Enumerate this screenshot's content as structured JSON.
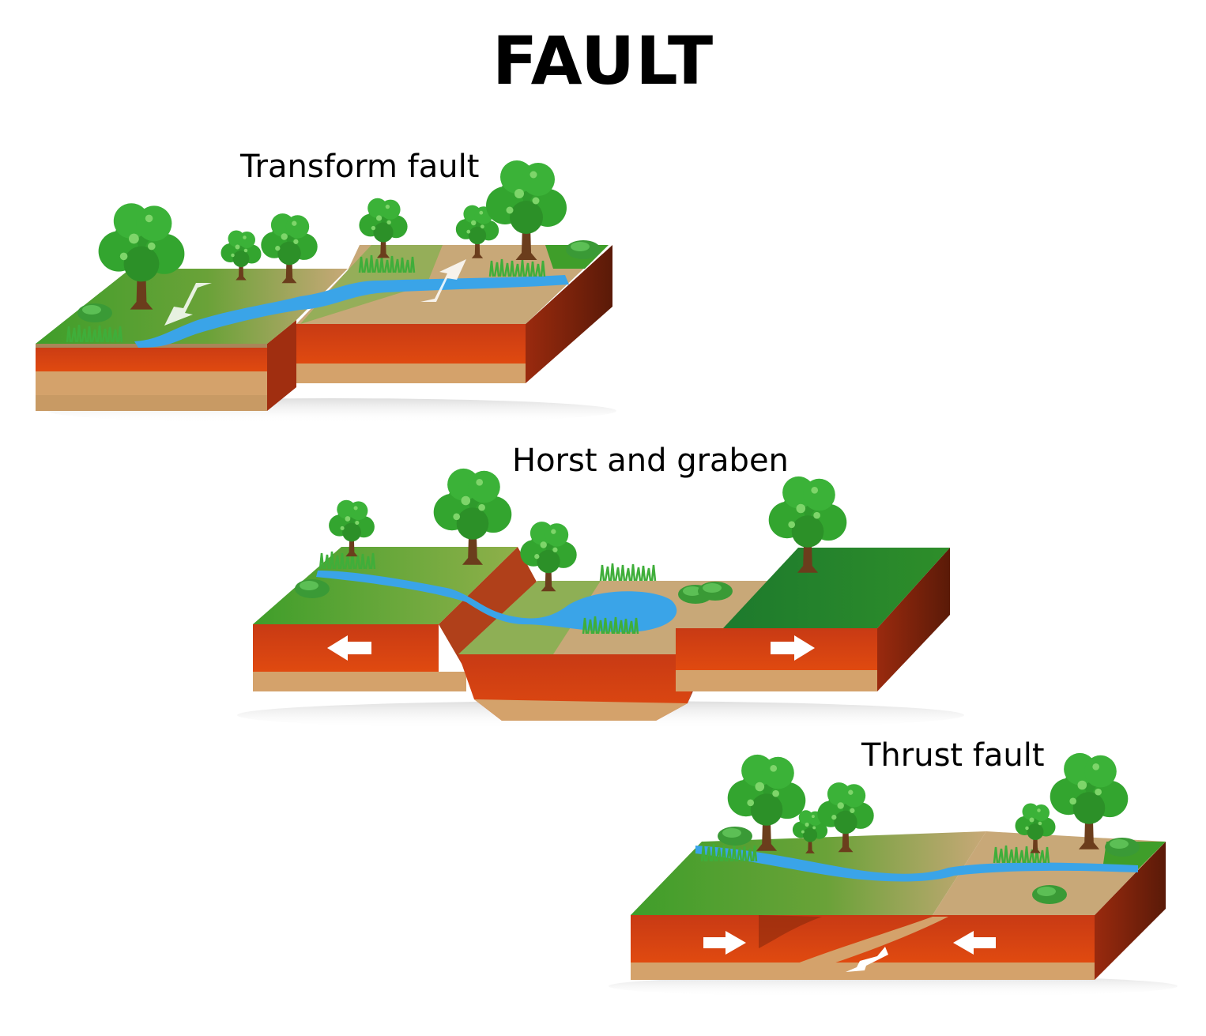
{
  "title": "FAULT",
  "diagrams": [
    {
      "id": "transform",
      "label": "Transform fault"
    },
    {
      "id": "horst",
      "label": "Horst and graben"
    },
    {
      "id": "thrust",
      "label": "Thrust fault"
    }
  ]
}
